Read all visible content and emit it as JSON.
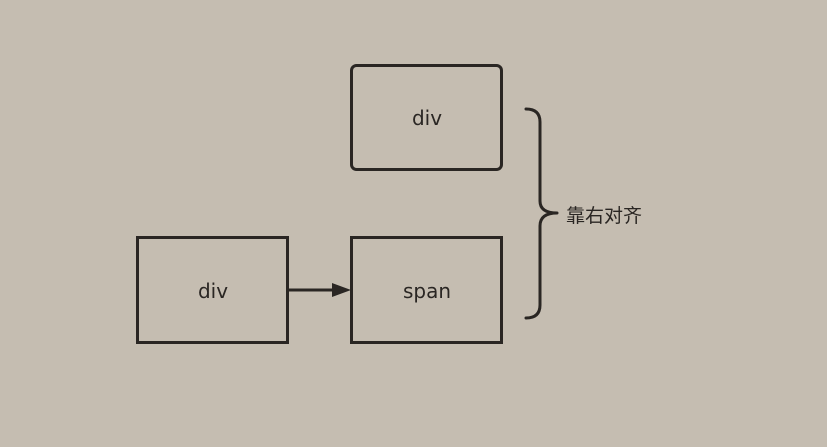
{
  "diagram": {
    "nodes": {
      "top_div": {
        "label": "div"
      },
      "left_div": {
        "label": "div"
      },
      "span": {
        "label": "span"
      }
    },
    "brace": {
      "label": "靠右对齐"
    },
    "colors": {
      "background": "#c5bdb1",
      "stroke": "#2a2623",
      "text": "#2a2623"
    }
  }
}
